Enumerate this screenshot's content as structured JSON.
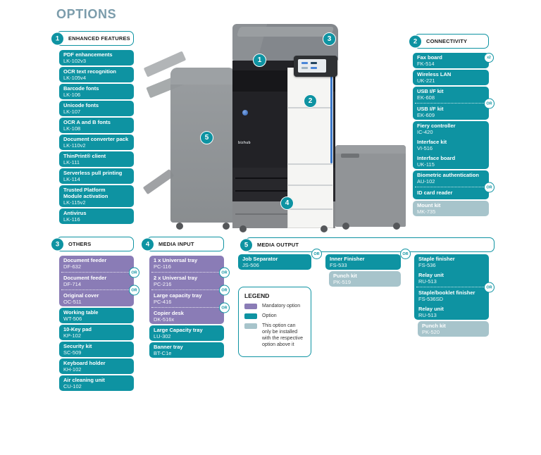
{
  "page_title": "OPTIONS",
  "or_label": "OR",
  "colors": {
    "option_teal": "#0e93a2",
    "mandatory_purple": "#8a7cb6",
    "conditional_light": "#a7c4cb",
    "title_blue_gray": "#7b9cab"
  },
  "printer": {
    "brand": "bizhub",
    "callouts": [
      "1",
      "2",
      "3",
      "4",
      "5"
    ]
  },
  "sections": [
    {
      "number": "1",
      "title": "ENHANCED FEATURES",
      "blocks": [
        {
          "type": "option",
          "entries": [
            {
              "name": "PDF enhancements",
              "code": "LK-102v3"
            }
          ]
        },
        {
          "type": "option",
          "entries": [
            {
              "name": "OCR text recognition",
              "code": "LK-105v4"
            }
          ]
        },
        {
          "type": "option",
          "entries": [
            {
              "name": "Barcode fonts",
              "code": "LK-106"
            }
          ]
        },
        {
          "type": "option",
          "entries": [
            {
              "name": "Unicode fonts",
              "code": "LK-107"
            }
          ]
        },
        {
          "type": "option",
          "entries": [
            {
              "name": "OCR A and B fonts",
              "code": "LK-108"
            }
          ]
        },
        {
          "type": "option",
          "entries": [
            {
              "name": "Document converter pack",
              "code": "LK-110v2"
            }
          ]
        },
        {
          "type": "option",
          "entries": [
            {
              "name": "ThinPrint® client",
              "code": "LK-111"
            }
          ]
        },
        {
          "type": "option",
          "entries": [
            {
              "name": "Serverless pull printing",
              "code": "LK-114"
            }
          ]
        },
        {
          "type": "option",
          "entries": [
            {
              "name": "Trusted Platform\nModule activation",
              "code": "LK-115v2"
            }
          ]
        },
        {
          "type": "option",
          "entries": [
            {
              "name": "Antivirus",
              "code": "LK-116"
            }
          ]
        }
      ]
    },
    {
      "number": "2",
      "title": "CONNECTIVITY",
      "blocks": [
        {
          "type": "option",
          "entries": [
            {
              "name": "Fax board",
              "code": "FK-514",
              "corner_badge": "x2"
            }
          ]
        },
        {
          "type": "option",
          "entries": [
            {
              "name": "Wireless LAN",
              "code": "UK-221"
            }
          ]
        },
        {
          "type": "option",
          "entries": [
            {
              "name": "USB I/F kit",
              "code": "EK-608"
            },
            {
              "name": "USB I/F kit",
              "code": "EK-609",
              "sep": "or"
            }
          ]
        },
        {
          "type": "option",
          "entries": [
            {
              "name": "Fiery controller",
              "code": "IC-420"
            },
            {
              "name": "Interface kit",
              "code": "VI-516",
              "sep": "none"
            },
            {
              "name": "Interface board",
              "code": "UK-115",
              "sep": "none"
            }
          ]
        },
        {
          "type": "option",
          "entries": [
            {
              "name": "Biometric authentication",
              "code": "AU-102"
            },
            {
              "name": "ID card reader",
              "code": "",
              "sep": "or"
            }
          ]
        },
        {
          "type": "conditional",
          "entries": [
            {
              "name": "Mount kit",
              "code": "MK-735"
            }
          ]
        }
      ]
    },
    {
      "number": "3",
      "title": "OTHERS",
      "blocks": [
        {
          "type": "mandatory",
          "entries": [
            {
              "name": "Document feeder",
              "code": "DF-632"
            },
            {
              "name": "Document feeder",
              "code": "DF-714",
              "sep": "or"
            },
            {
              "name": "Original cover",
              "code": "OC-511",
              "sep": "or"
            }
          ]
        },
        {
          "type": "option",
          "entries": [
            {
              "name": "Working table",
              "code": "WT-506"
            }
          ]
        },
        {
          "type": "option",
          "entries": [
            {
              "name": "10-Key pad",
              "code": "KP-102"
            }
          ]
        },
        {
          "type": "option",
          "entries": [
            {
              "name": "Security kit",
              "code": "SC-509"
            }
          ]
        },
        {
          "type": "option",
          "entries": [
            {
              "name": "Keyboard holder",
              "code": "KH-102"
            }
          ]
        },
        {
          "type": "option",
          "entries": [
            {
              "name": "Air cleaning unit",
              "code": "CU-102"
            }
          ]
        }
      ]
    },
    {
      "number": "4",
      "title": "MEDIA INPUT",
      "blocks": [
        {
          "type": "mandatory",
          "entries": [
            {
              "name": "1 x Universal tray",
              "code": "PC-116"
            },
            {
              "name": "2 x Universal tray",
              "code": "PC-216",
              "sep": "or"
            },
            {
              "name": "Large capacity tray",
              "code": "PC-416",
              "sep": "or"
            },
            {
              "name": "Copier desk",
              "code": "DK-516x",
              "sep": "or"
            }
          ]
        },
        {
          "type": "option",
          "entries": [
            {
              "name": "Large Capacity tray",
              "code": "LU-302"
            }
          ]
        },
        {
          "type": "option",
          "entries": [
            {
              "name": "Banner tray",
              "code": "BT-C1e"
            }
          ]
        }
      ]
    },
    {
      "number": "5",
      "title": "MEDIA OUTPUT",
      "columns": [
        {
          "blocks": [
            {
              "type": "option",
              "entries": [
                {
                  "name": "Job Separator",
                  "code": "JS-506"
                }
              ]
            }
          ]
        },
        {
          "blocks": [
            {
              "type": "option",
              "entries": [
                {
                  "name": "Inner Finisher",
                  "code": "FS-533"
                }
              ]
            },
            {
              "type": "conditional",
              "inset": true,
              "entries": [
                {
                  "name": "Punch kit",
                  "code": "PK-519"
                }
              ]
            }
          ]
        },
        {
          "blocks": [
            {
              "type": "option",
              "entries": [
                {
                  "name": "Staple finisher",
                  "code": "FS-536"
                },
                {
                  "name": "Relay unit",
                  "code": "RU-513",
                  "sep": "none"
                },
                {
                  "name": "Staple/booklet finisher",
                  "code": "FS-536SD",
                  "sep": "or"
                },
                {
                  "name": "Relay unit",
                  "code": "RU-513",
                  "sep": "none"
                }
              ]
            },
            {
              "type": "conditional",
              "inset": true,
              "entries": [
                {
                  "name": "Punch kit",
                  "code": "PK-520"
                }
              ]
            }
          ]
        }
      ]
    }
  ],
  "legend": {
    "title": "LEGEND",
    "items": [
      {
        "type": "mandatory",
        "label": "Mandatory option"
      },
      {
        "type": "option",
        "label": "Option"
      },
      {
        "type": "conditional",
        "label": "This option can only be installed with the respective option above it"
      }
    ]
  }
}
